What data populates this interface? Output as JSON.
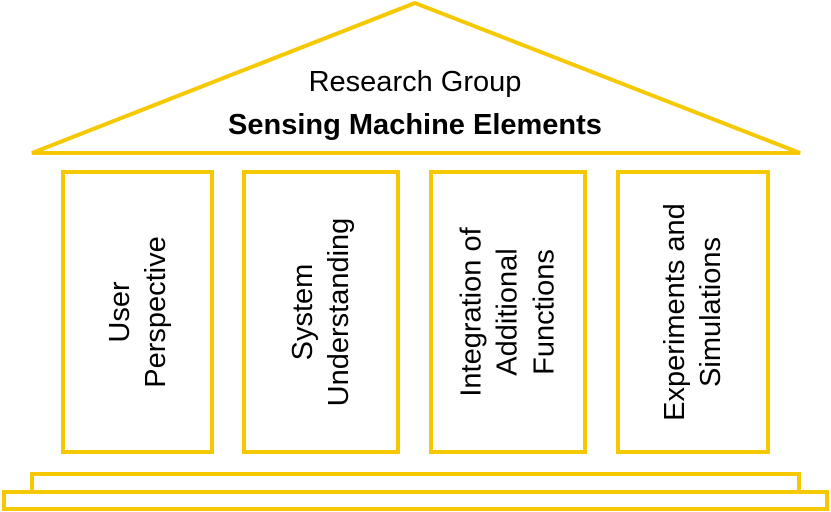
{
  "colors": {
    "accent": "#f5c800",
    "text": "#000000"
  },
  "roof": {
    "line1": "Research Group",
    "line2": "Sensing Machine Elements"
  },
  "pillars": [
    {
      "label": "User\nPerspective"
    },
    {
      "label": "System\nUnderstanding"
    },
    {
      "label": "Integration of\nAdditional\nFunctions"
    },
    {
      "label": "Experiments and\nSimulations"
    }
  ]
}
